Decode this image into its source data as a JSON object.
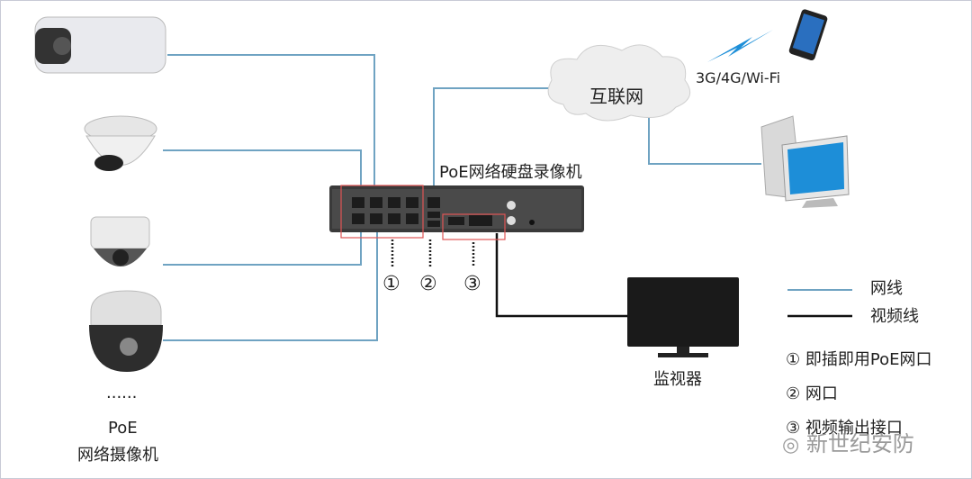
{
  "nvr_label": "PoE网络硬盘录像机",
  "internet_label": "互联网",
  "mobile_label": "3G/4G/Wi-Fi",
  "monitor_label": "监视器",
  "camera_label_line1": "PoE",
  "camera_label_line2": "网络摄像机",
  "more_cameras": "......",
  "markers": [
    "①",
    "②",
    "③"
  ],
  "legend": {
    "network_cable": "网线",
    "video_cable": "视频线",
    "item1": "① 即插即用PoE网口",
    "item2": "② 网口",
    "item3": "③ 视频输出接口"
  },
  "watermark": "新世纪安防",
  "colors": {
    "network": "#6fa3c2",
    "video": "#111111",
    "highlight": "#e05555"
  }
}
